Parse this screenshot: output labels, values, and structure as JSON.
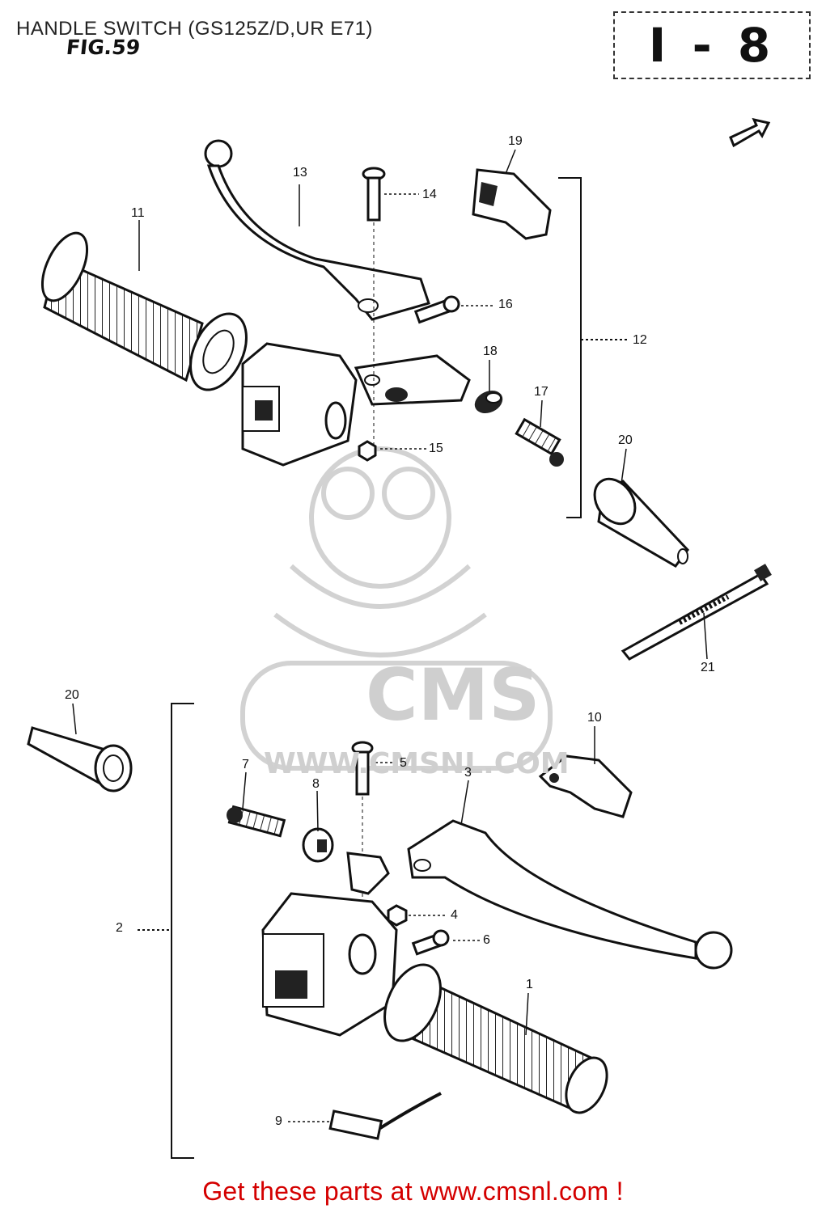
{
  "header": {
    "title": "HANDLE SWITCH (GS125Z/D,UR E71)",
    "figure": "FIG.59",
    "page_ref": "I - 8"
  },
  "watermark": {
    "brand": "CMS",
    "url": "WWW.CMSNL.COM"
  },
  "callouts": {
    "p1": "1",
    "p2": "2",
    "p3": "3",
    "p4": "4",
    "p5": "5",
    "p6": "6",
    "p7": "7",
    "p8": "8",
    "p9": "9",
    "p10": "10",
    "p11": "11",
    "p12": "12",
    "p13": "13",
    "p14": "14",
    "p15": "15",
    "p16": "16",
    "p17": "17",
    "p18": "18",
    "p19": "19",
    "p20a": "20",
    "p20b": "20",
    "p21": "21"
  },
  "footer": {
    "cta": "Get these parts at www.cmsnl.com !"
  }
}
